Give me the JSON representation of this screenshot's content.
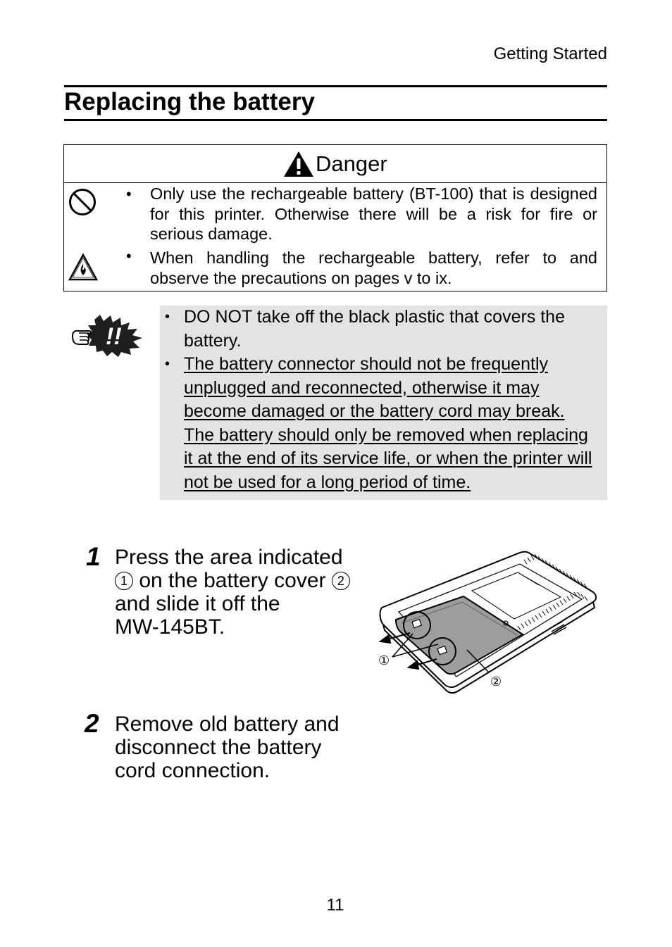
{
  "header": {
    "section": "Getting Started"
  },
  "page_title": "Replacing the battery",
  "danger": {
    "title": "Danger",
    "items": [
      {
        "icon": "prohibition-icon",
        "bullet": "•",
        "text": "Only use the rechargeable battery (BT-100) that is designed for this printer. Otherwise there will be a risk for fire or serious damage."
      },
      {
        "icon": "fire-hazard-icon",
        "bullet": "•",
        "text": "When handling the rechargeable battery, refer to and observe the precautions on pages v to ix."
      }
    ]
  },
  "note": {
    "icon": "pointing-hand-attention-icon",
    "icon_text": "!!",
    "items": [
      {
        "bullet": "•",
        "lines": [
          "DO NOT take off the black plastic that covers the",
          "battery."
        ]
      },
      {
        "bullet": "•",
        "lines": [
          "The battery connector should not be frequently",
          "unplugged and reconnected, otherwise it may",
          "become damaged or the battery cord may break.",
          "The battery should only be removed when replacing",
          "it at the end of its service life, or when the printer will",
          "not be used for a long period of time."
        ]
      }
    ]
  },
  "steps": [
    {
      "number": "1",
      "text_before": "Press the area indicated",
      "mark1": "1",
      "text_mid": "on the battery cover",
      "mark2": "2",
      "text_after": "and slide it off the",
      "text_end": "MW-145BT."
    },
    {
      "number": "2",
      "lines": [
        "Remove old battery and",
        "disconnect the battery",
        "cord connection."
      ]
    }
  ],
  "illustration": {
    "callout_1": "①",
    "callout_2": "②"
  },
  "page_number": "11"
}
